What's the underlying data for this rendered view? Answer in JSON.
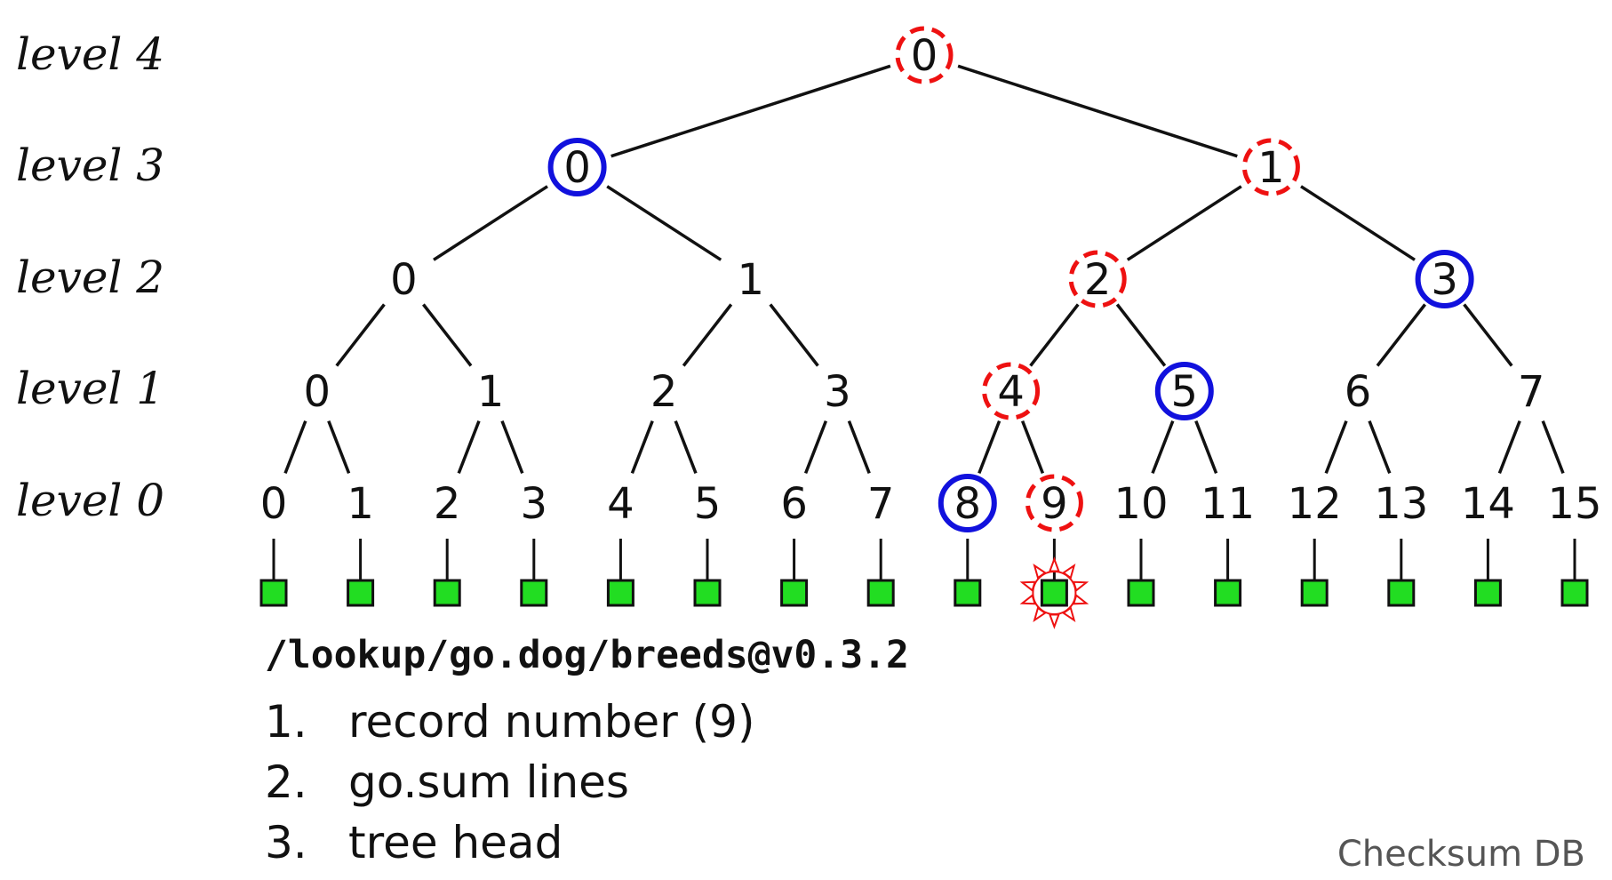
{
  "levels": [
    "level 4",
    "level 3",
    "level 2",
    "level 1",
    "level 0"
  ],
  "tree": {
    "level4": [
      "0"
    ],
    "level3": [
      "0",
      "1"
    ],
    "level2": [
      "0",
      "1",
      "2",
      "3"
    ],
    "level1": [
      "0",
      "1",
      "2",
      "3",
      "4",
      "5",
      "6",
      "7"
    ],
    "level0": [
      "0",
      "1",
      "2",
      "3",
      "4",
      "5",
      "6",
      "7",
      "8",
      "9",
      "10",
      "11",
      "12",
      "13",
      "14",
      "15"
    ]
  },
  "highlight": {
    "proof_path": {
      "color": "#ee1111",
      "style": "dashed",
      "nodes": [
        "4-0",
        "3-1",
        "2-2",
        "1-4",
        "0-9"
      ]
    },
    "proof_hashes": {
      "color": "#1111dd",
      "style": "solid",
      "nodes": [
        "3-0",
        "2-3",
        "1-5",
        "0-8"
      ]
    },
    "target_record": 9
  },
  "record_color": "#22dd22",
  "query": "/lookup/go.dog/breeds@v0.3.2",
  "steps": [
    {
      "num": "1.",
      "text": "record number (9)"
    },
    {
      "num": "2.",
      "text": "go.sum lines"
    },
    {
      "num": "3.",
      "text": "tree head"
    }
  ],
  "footer": "Checksum DB"
}
